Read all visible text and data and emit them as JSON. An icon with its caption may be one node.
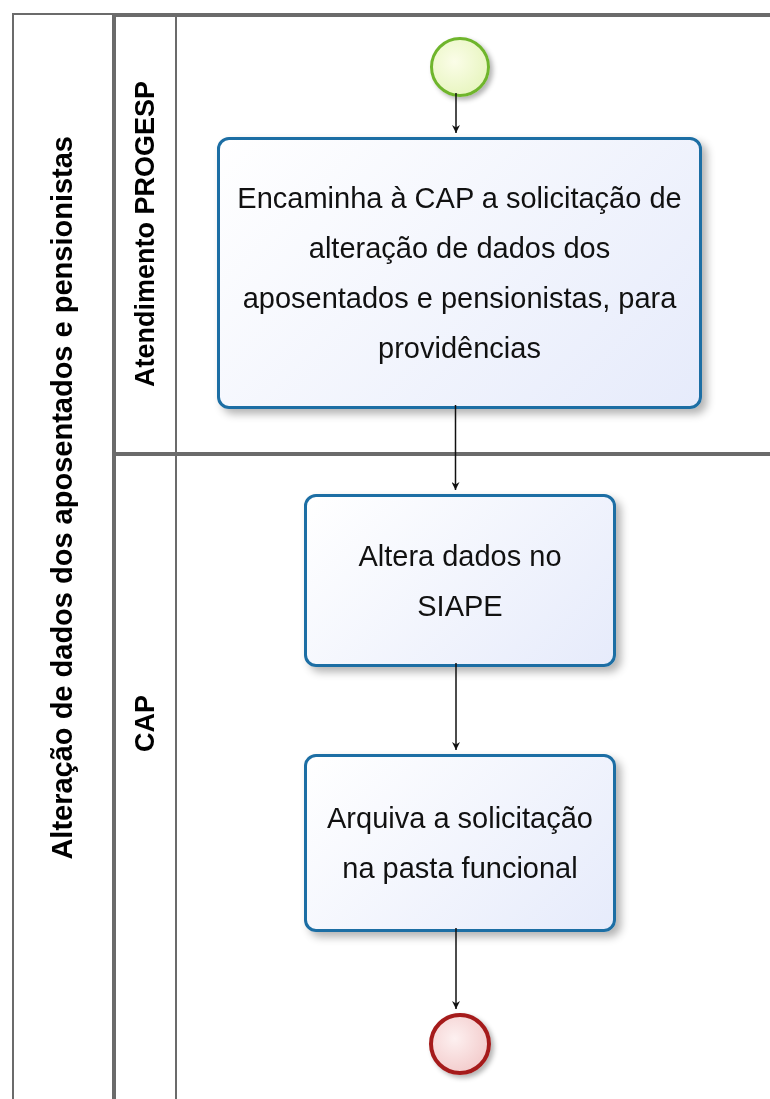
{
  "diagram": {
    "nodes": [
      {
        "text": [
          "Alteração de dados dos aposentados e pensionistas"
        ]
      },
      {
        "text": [
          "Atendimento PROGESP"
        ],
        "in": 0
      },
      {
        "text": [],
        "shape": "circle",
        "in": 1
      },
      {
        "text": [
          "Encaminha à CAP a solicitação de alteração de dados dos aposentados e pensionistas, para providências"
        ],
        "in": 1
      },
      {
        "text": [
          "CAP"
        ],
        "in": 0
      },
      {
        "text": [
          "Altera dados no SIAPE"
        ],
        "in": 4
      },
      {
        "text": [
          "Arquiva a solicitação na pasta funcional"
        ],
        "in": 4
      },
      {
        "text": [],
        "shape": "circle",
        "in": 4
      }
    ],
    "edges": [
      {
        "from": 2,
        "to": 3,
        "arrow": "to"
      },
      {
        "from": 3,
        "to": 5,
        "arrow": "to"
      },
      {
        "from": 5,
        "to": 6,
        "arrow": "to"
      },
      {
        "from": 6,
        "to": 7,
        "arrow": "to"
      }
    ]
  }
}
